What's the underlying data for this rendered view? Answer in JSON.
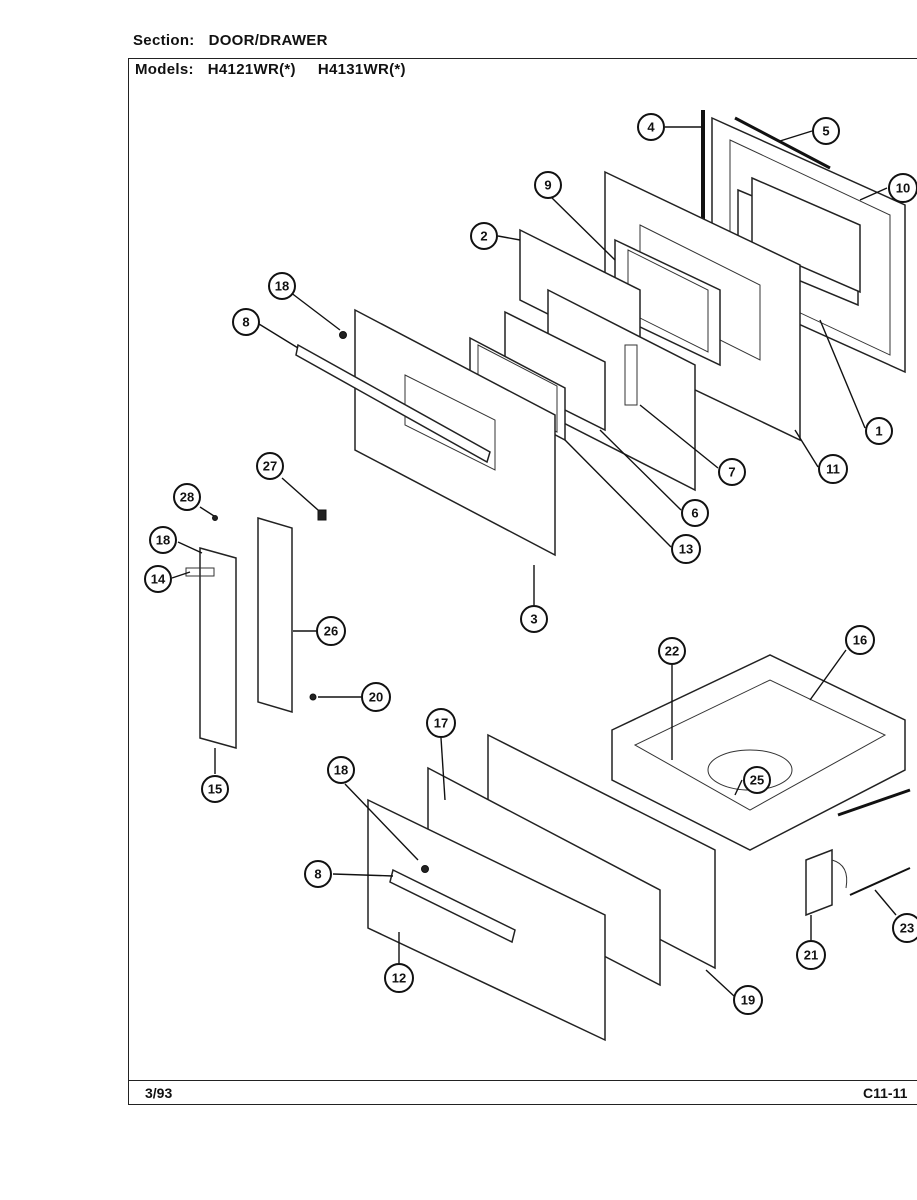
{
  "header": {
    "section_label": "Section:",
    "section_value": "DOOR/DRAWER",
    "models_label": "Models:",
    "model_1": "H4121WR(*)",
    "model_2": "H4131WR(*)"
  },
  "footer": {
    "date": "3/93",
    "code": "C11-11"
  },
  "callouts": [
    "4",
    "5",
    "10",
    "9",
    "2",
    "18",
    "8",
    "1",
    "7",
    "11",
    "6",
    "13",
    "3",
    "27",
    "28",
    "18",
    "14",
    "26",
    "20",
    "15",
    "22",
    "16",
    "17",
    "18",
    "25",
    "8",
    "12",
    "21",
    "19",
    "23"
  ],
  "colors": {
    "ink": "#111111",
    "paper": "#ffffff"
  }
}
